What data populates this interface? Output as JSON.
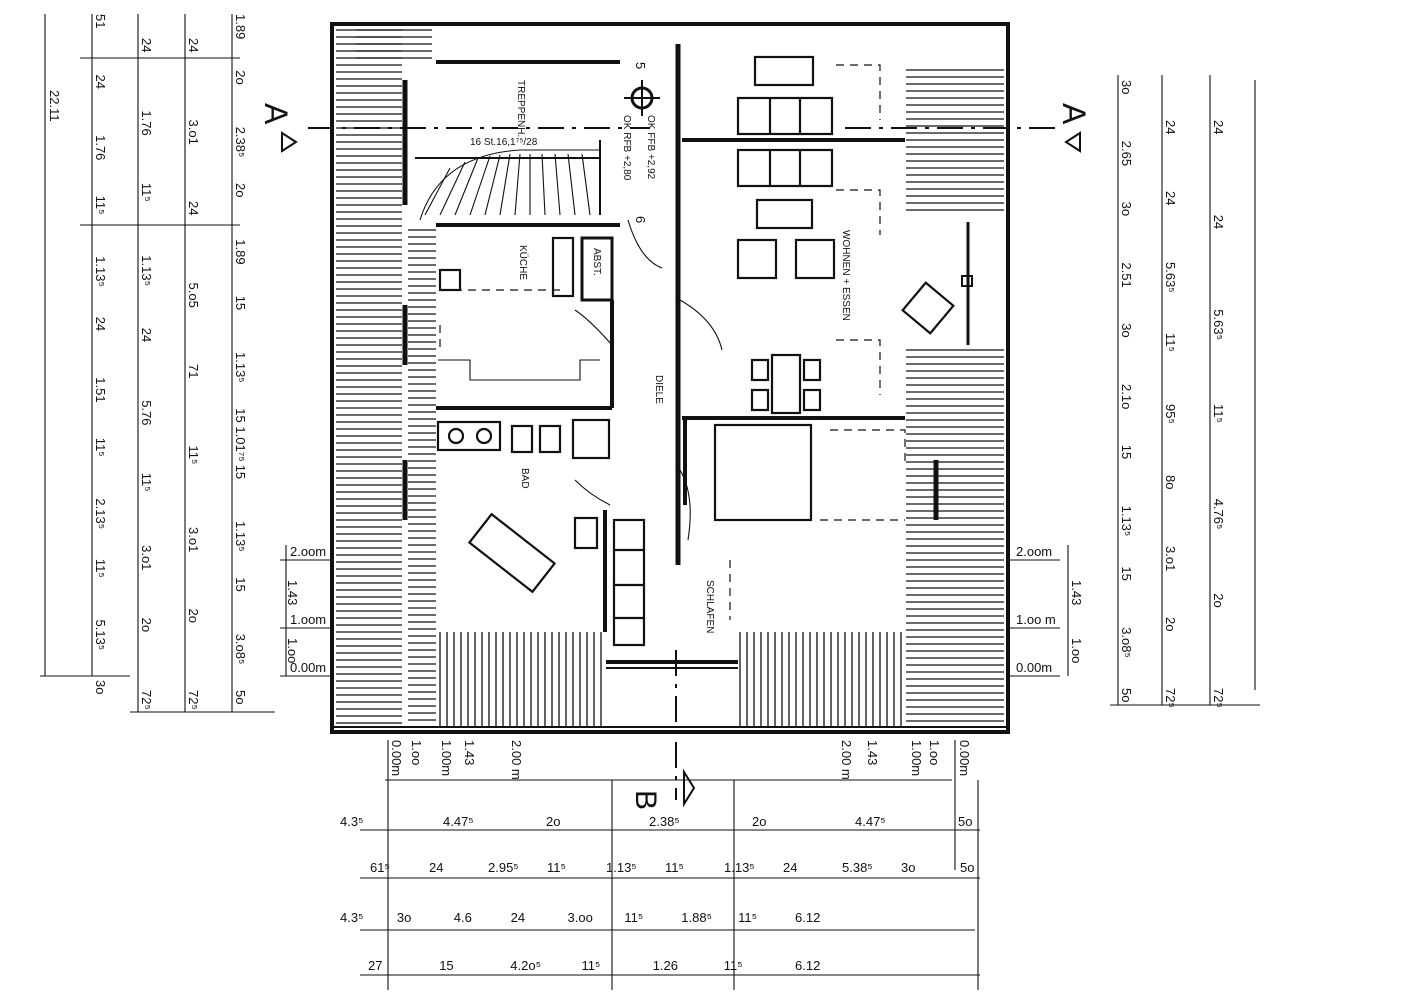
{
  "rooms": {
    "treppenh": "TREPPENH.",
    "kueche": "KÜCHE",
    "abst": "ABST.",
    "bad": "BAD",
    "diele": "DIELE",
    "wohnen": "WOHNEN + ESSEN",
    "schlafen": "SCHLAFEN"
  },
  "stair": {
    "note": "16 St.16,1⁷⁵/28",
    "label_5": "5",
    "label_6": "6",
    "ok_ffb": "OK FFB +2,92",
    "ok_rfb": "OK RFB +2,80"
  },
  "sections": {
    "a_left": "A",
    "a_right": "A",
    "b": "B"
  },
  "heights": {
    "h200l": "2.oom",
    "h100l": "1.oom",
    "h000l": "0.00m",
    "h200r": "2.oom",
    "h100r": "1.oo m",
    "h000r": "0.00m"
  },
  "left_dims": {
    "total": "22.11",
    "c1": [
      "51",
      "24",
      "1.76",
      "11⁵",
      "1.13⁵",
      "24",
      "1.51",
      "11⁵",
      "2.13⁵",
      "11⁵",
      "5.13⁵",
      "3o"
    ],
    "c2": [
      "24",
      "1.76",
      "11⁵",
      "1.13⁵",
      "24",
      "5.76",
      "11⁵",
      "3.o1",
      "2o",
      "72⁵"
    ],
    "c3": [
      "24",
      "3.o1",
      "24",
      "5.o5",
      "71",
      "11⁵",
      "3.o1",
      "2o",
      "72⁵"
    ],
    "c4": [
      "1.89",
      "2o",
      "2.38⁵",
      "2o",
      "1.89",
      "15",
      "1.13⁵",
      "15 1.01⁷⁵",
      "15",
      "1.13⁵",
      "15",
      "3.o8⁵",
      "5o"
    ],
    "h": [
      "1.43",
      "1.oo"
    ]
  },
  "right_dims": {
    "c1": [
      "3o",
      "2.65",
      "3o",
      "2.51",
      "3o",
      "2.1o",
      "15",
      "1.13⁵",
      "15",
      "3.o8⁵",
      "5o"
    ],
    "c2": [
      "24",
      "24",
      "5.63⁵",
      "11⁵",
      "95⁵",
      "8o",
      "3.o1",
      "2o",
      "72⁵"
    ],
    "c3": [
      "24",
      "24",
      "5.63⁵",
      "11⁵",
      "4.76⁵",
      "2o",
      "72⁵"
    ],
    "h": [
      "1.43",
      "1.oo"
    ]
  },
  "top_ticks": [
    "0.00m",
    "1.oo",
    "1.00m",
    "1.43",
    "2.00 m",
    "2.00 m",
    "1.43",
    "1.00m",
    "1.oo",
    "0.00m"
  ],
  "bottom_dims": {
    "r1": [
      "4.3⁵",
      "4.47⁵",
      "2o",
      "2.38⁵",
      "2o",
      "4.47⁵",
      "5o"
    ],
    "r2": [
      "61⁵",
      "24",
      "2.95⁵",
      "11⁵",
      "1.13⁵",
      "11⁵",
      "1.13⁵",
      "24",
      "5.38⁵",
      "3o",
      "5o"
    ],
    "r3": [
      "4.3⁵",
      "3o",
      "4.6",
      "24",
      "3.oo",
      "11⁵",
      "1.88⁵",
      "11⁵",
      "6.12"
    ],
    "r4": [
      "27",
      "15",
      "4.2o⁵",
      "11⁵",
      "1.26",
      "11⁵",
      "6.12"
    ]
  }
}
